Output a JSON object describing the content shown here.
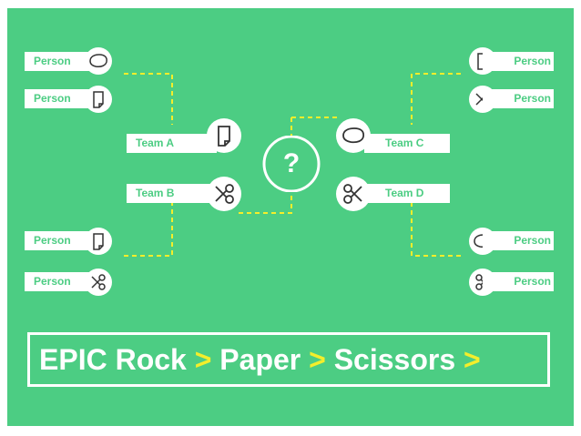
{
  "colors": {
    "background": "#4ccd83",
    "connector": "#f4ee2b",
    "text_on_white": "#4ccd83",
    "white": "#ffffff",
    "icon_stroke": "#333333"
  },
  "bracket": {
    "left_players": [
      {
        "label": "Person",
        "icon": "rock-icon"
      },
      {
        "label": "Person",
        "icon": "paper-icon"
      },
      {
        "label": "Person",
        "icon": "paper-icon"
      },
      {
        "label": "Person",
        "icon": "scissors-icon"
      }
    ],
    "right_players": [
      {
        "label": "Person",
        "icon": "paper-icon"
      },
      {
        "label": "Person",
        "icon": "scissors-icon"
      },
      {
        "label": "Person",
        "icon": "rock-icon"
      },
      {
        "label": "Person",
        "icon": "scissors-icon"
      }
    ],
    "left_teams": [
      {
        "label": "Team A",
        "icon": "paper-icon"
      },
      {
        "label": "Team B",
        "icon": "scissors-icon"
      }
    ],
    "right_teams": [
      {
        "label": "Team C",
        "icon": "rock-icon"
      },
      {
        "label": "Team D",
        "icon": "scissors-icon"
      }
    ],
    "winner": "?"
  },
  "banner": {
    "word1": "EPIC Rock",
    "sep1": ">",
    "word2": "Paper",
    "sep2": ">",
    "word3": "Scissors",
    "sep3": ">"
  }
}
